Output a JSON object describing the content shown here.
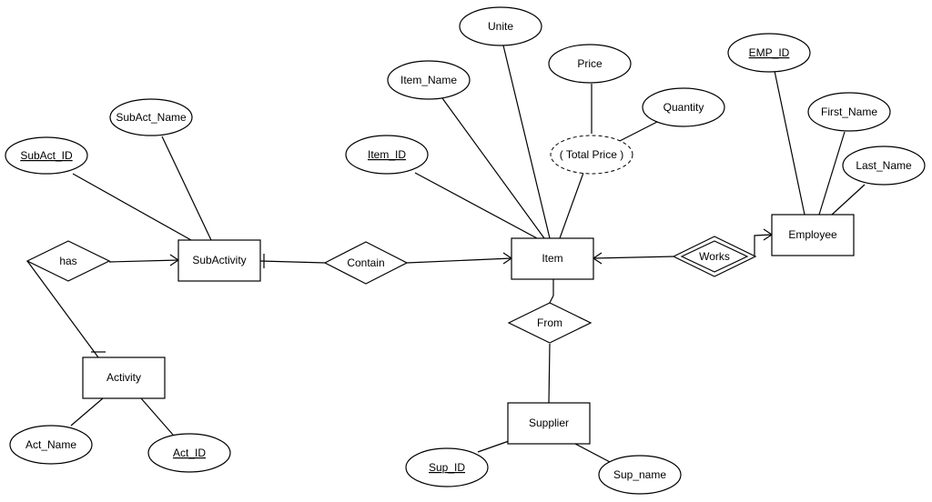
{
  "diagram": {
    "entities": {
      "subactivity": "SubActivity",
      "activity": "Activity",
      "item": "Item",
      "employee": "Employee",
      "supplier": "Supplier"
    },
    "relationships": {
      "has": "has",
      "contain": "Contain",
      "works": "Works",
      "from": "From"
    },
    "attributes": {
      "subact_id": "SubAct_ID",
      "subact_name": "SubAct_Name",
      "act_name": "Act_Name",
      "act_id": "Act_ID",
      "item_id": "Item_ID",
      "item_name": "Item_Name",
      "unite": "Unite",
      "price": "Price",
      "quantity": "Quantity",
      "total_price": "( Total Price )",
      "emp_id": "EMP_ID",
      "first_name": "First_Name",
      "last_name": "Last_Name",
      "sup_id": "Sup_ID",
      "sup_name": "Sup_name"
    }
  }
}
